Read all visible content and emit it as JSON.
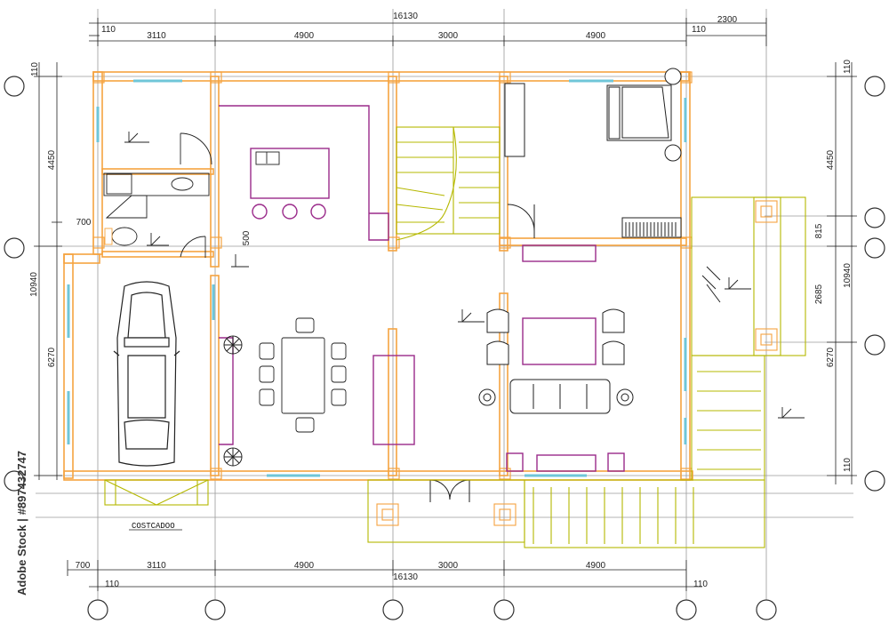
{
  "drawing": {
    "dimensions": {
      "top_total": "16130",
      "top_right_extra": "2300",
      "top_segments": [
        "3110",
        "4900",
        "3000",
        "4900"
      ],
      "top_wall_offsets": [
        "110",
        "110"
      ],
      "bottom_total": "16130",
      "bottom_segments": [
        "700",
        "3110",
        "4900",
        "3000",
        "4900"
      ],
      "bottom_wall_offsets": [
        "110",
        "110"
      ],
      "left_total": "10940",
      "left_segments": [
        "110",
        "4450",
        "700",
        "6270"
      ],
      "right_total": "10940",
      "right_segments": [
        "110",
        "4450",
        "815",
        "2685",
        "6270",
        "110"
      ],
      "inner_500": "500"
    },
    "labels": {
      "stamp": "COSTCADOO"
    },
    "watermark": {
      "text": "#897432747",
      "prefix": "Adobe Stock |"
    },
    "colors": {
      "walls": "#f5a340",
      "furniture": "#9a2a8a",
      "stairs": "#b5b800",
      "windows": "#6fc6d8",
      "grid": "#9a9a9a",
      "lines": "#222222"
    }
  }
}
